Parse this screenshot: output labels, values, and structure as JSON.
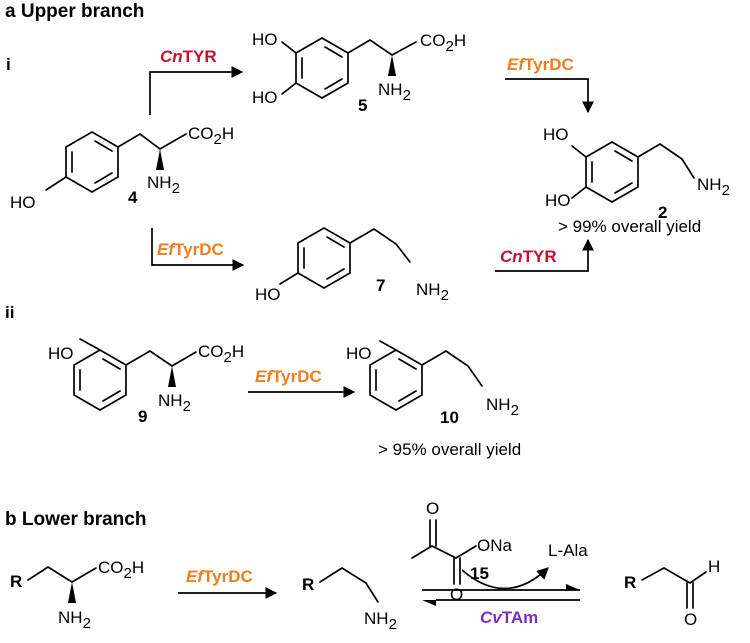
{
  "sections": {
    "a_title": "a Upper branch",
    "b_title": "b Lower branch",
    "i_label": "i",
    "ii_label": "ii"
  },
  "atoms": {
    "HO": "HO",
    "CO2H": "CO",
    "CO2H_sub": "2",
    "CO2H_tail": "H",
    "NH": "NH",
    "NH_sub": "2",
    "R": "R",
    "ONa": "ONa",
    "O": "O",
    "H": "H",
    "LAla": "L-Ala"
  },
  "compounds": {
    "c2": "2",
    "c4": "4",
    "c5": "5",
    "c7": "7",
    "c9": "9",
    "c10": "10",
    "c15": "15"
  },
  "enzymes": {
    "cnTYR": {
      "italic": "Cn",
      "rest": "TYR",
      "color": "#c8102e"
    },
    "efTyrDC": {
      "italic": "Ef",
      "rest": "TyrDC",
      "color": "#f07d1e"
    },
    "cvTAm": {
      "italic": "Cv",
      "rest": "TAm",
      "color": "#7b2fbe"
    }
  },
  "yields": {
    "y2": "> 99% overall yield",
    "y10": "> 95% overall yield"
  }
}
